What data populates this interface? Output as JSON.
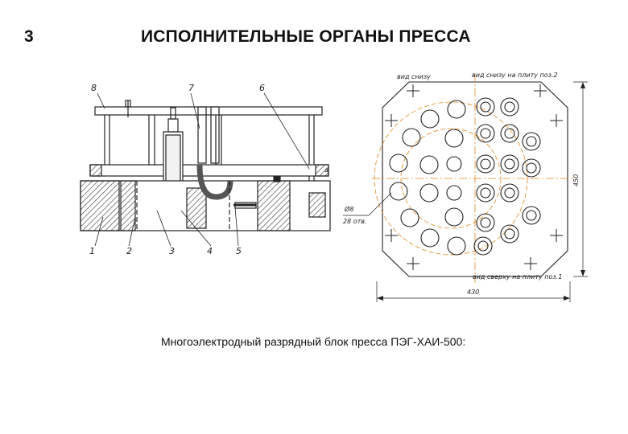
{
  "slide": {
    "number": "3",
    "title": "ИСПОЛНИТЕЛЬНЫЕ ОРГАНЫ ПРЕССА"
  },
  "caption": "Многоэлектродный разрядный блок пресса ПЭГ-ХАИ-500:",
  "section_view": {
    "callouts_top": [
      "8",
      "7",
      "6"
    ],
    "callouts_bottom": [
      "1",
      "2",
      "3",
      "4",
      "5"
    ],
    "side_mark": "а"
  },
  "plan_view": {
    "label_top_left": "вид снизу",
    "label_top_right": "вид снизу на плиту поз.2",
    "label_bottom": "вид сверху на плиту поз.1",
    "hole_note_top": "Ø8",
    "hole_note_bottom": "28 отв.",
    "dim_height": "450",
    "dim_width": "430"
  },
  "colors": {
    "line": "#222222",
    "hatch": "#333333",
    "axis": "#e08a1e"
  }
}
